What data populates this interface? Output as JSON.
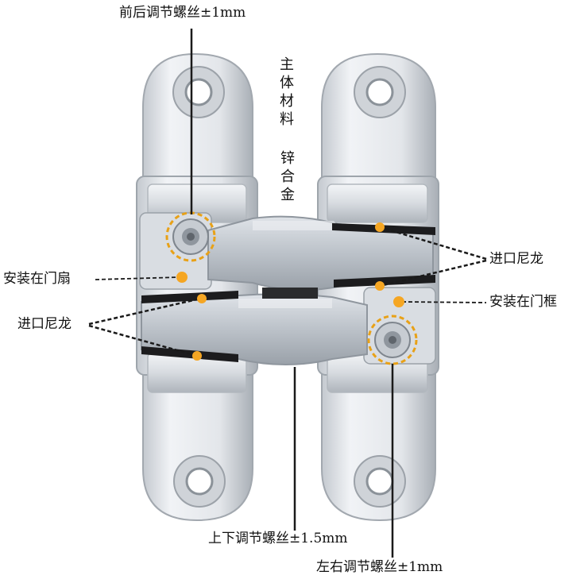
{
  "labels": {
    "front_back_adjust": "前后调节螺丝±1mm",
    "main_material": "主体材料",
    "alloy": "锌合金",
    "install_door_leaf": "安装在门扇",
    "imported_nylon_left": "进口尼龙",
    "imported_nylon_right": "进口尼龙",
    "install_door_frame": "安装在门框",
    "up_down_adjust": "上下调节螺丝±1.5mm",
    "left_right_adjust": "左右调节螺丝±1mm"
  },
  "colors": {
    "metal_light": "#e9ecf0",
    "metal_mid": "#c9ced5",
    "metal_dark": "#8e959d",
    "nylon": "#1c1c1e",
    "marker": "#f5a623",
    "ring": "#e8a117",
    "line": "#1a1a1a"
  }
}
